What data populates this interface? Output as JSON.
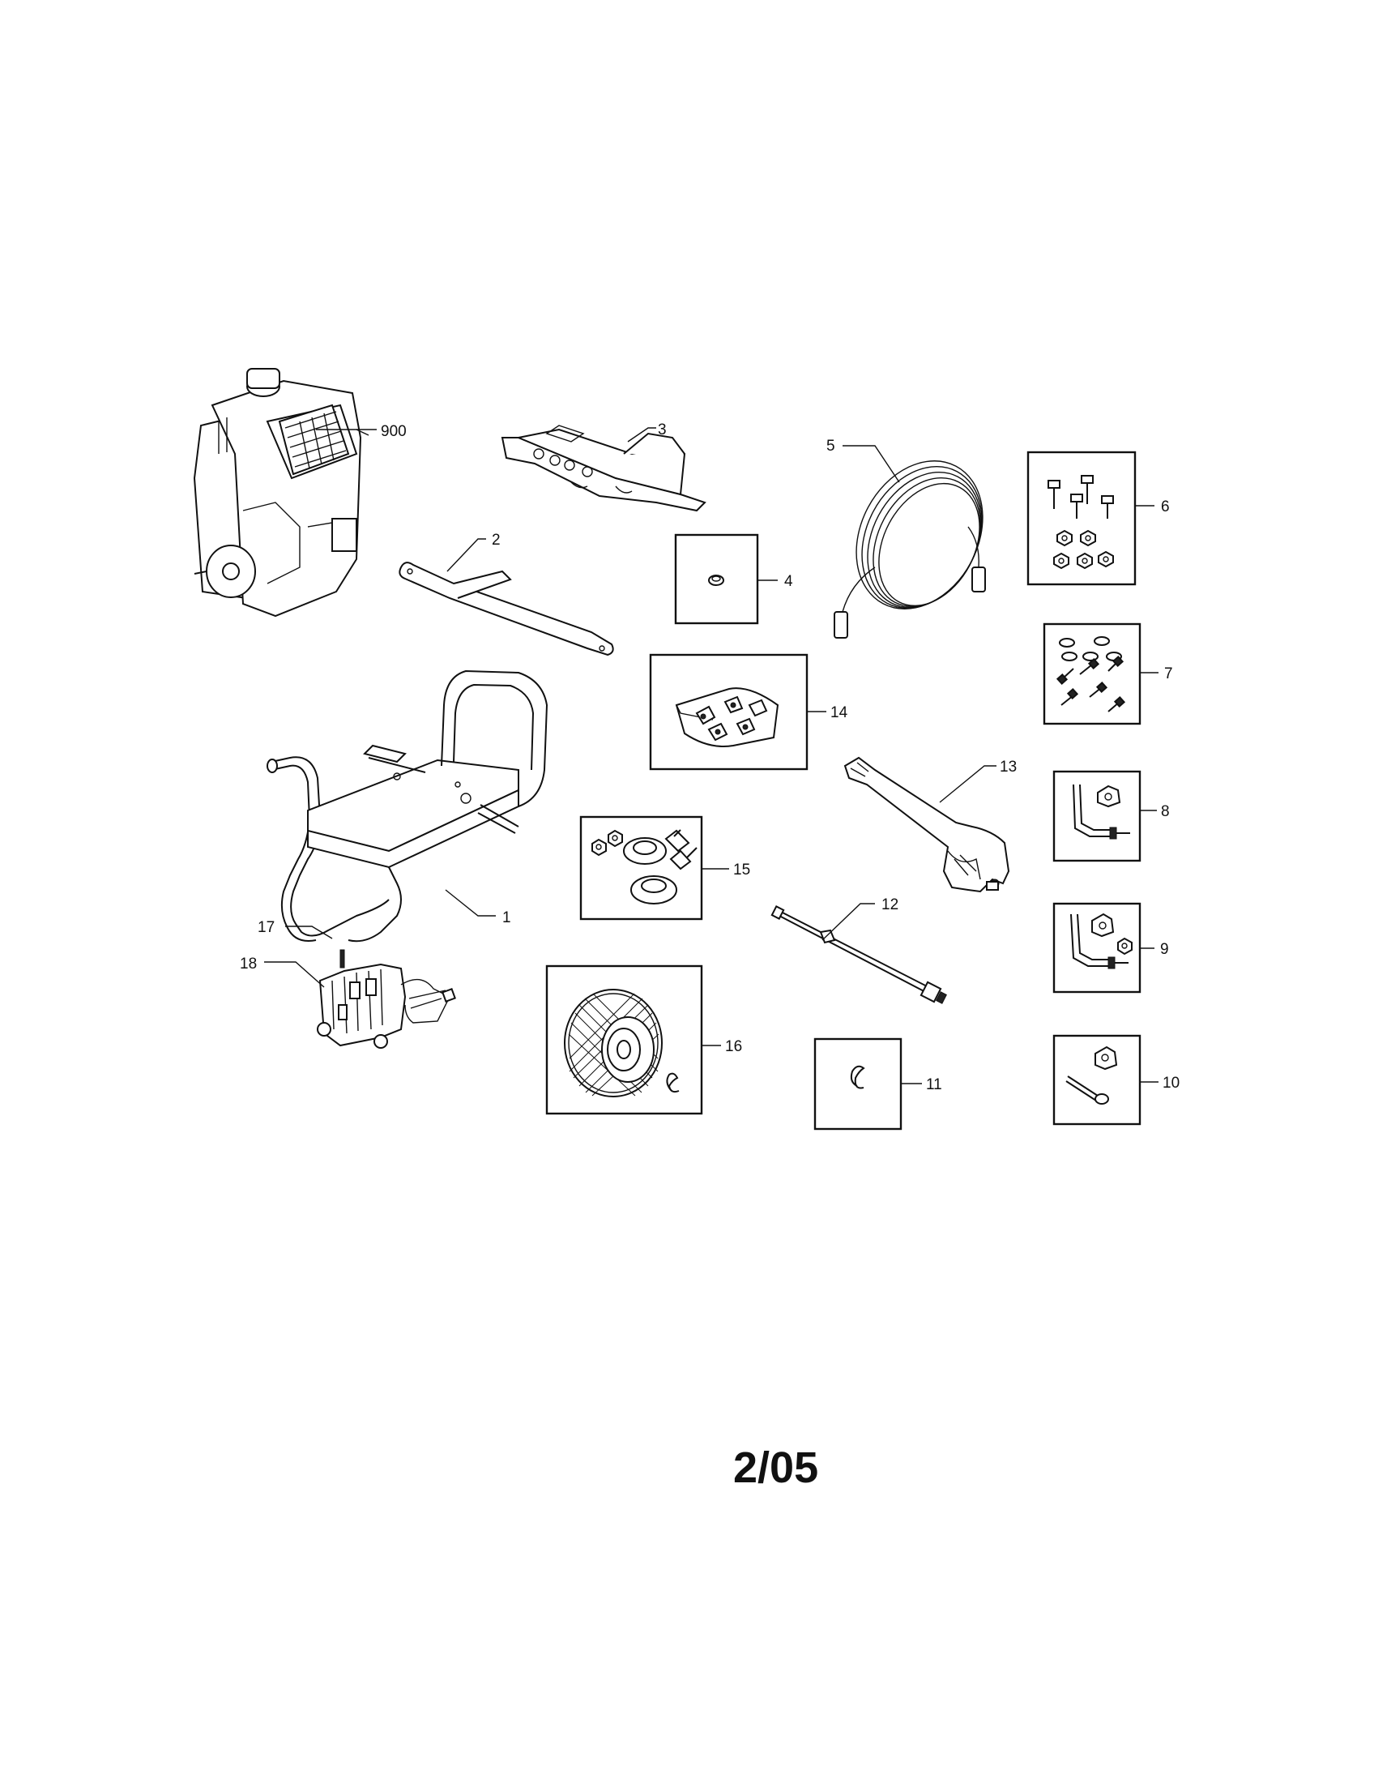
{
  "parts": [
    {
      "id": "p900",
      "label": "900",
      "icon": "engine-icon"
    },
    {
      "id": "p3",
      "label": "3",
      "icon": "pump-mount-bracket-icon"
    },
    {
      "id": "p5",
      "label": "5",
      "icon": "hose-coil-icon"
    },
    {
      "id": "p6",
      "label": "6",
      "icon": "bolts-and-nuts-kit-icon"
    },
    {
      "id": "p2",
      "label": "2",
      "icon": "brace-bar-icon"
    },
    {
      "id": "p4",
      "label": "4",
      "icon": "small-part-box-icon"
    },
    {
      "id": "p7",
      "label": "7",
      "icon": "screws-washers-kit-icon"
    },
    {
      "id": "p14",
      "label": "14",
      "icon": "nozzle-bag-icon"
    },
    {
      "id": "p13",
      "label": "13",
      "icon": "spray-gun-icon"
    },
    {
      "id": "p1",
      "label": "1",
      "icon": "frame-icon"
    },
    {
      "id": "p8",
      "label": "8",
      "icon": "handle-pin-icon"
    },
    {
      "id": "p17",
      "label": "17",
      "icon": "pin-icon"
    },
    {
      "id": "p15",
      "label": "15",
      "icon": "wheel-hardware-kit-icon"
    },
    {
      "id": "p12",
      "label": "12",
      "icon": "lance-wand-icon"
    },
    {
      "id": "p9",
      "label": "9",
      "icon": "handle-pin-knob-icon"
    },
    {
      "id": "p18",
      "label": "18",
      "icon": "pump-icon"
    },
    {
      "id": "p16",
      "label": "16",
      "icon": "wheel-icon"
    },
    {
      "id": "p11",
      "label": "11",
      "icon": "clip-icon"
    },
    {
      "id": "p10",
      "label": "10",
      "icon": "bolt-knob-icon"
    }
  ],
  "footer": {
    "revision": "2/05"
  }
}
